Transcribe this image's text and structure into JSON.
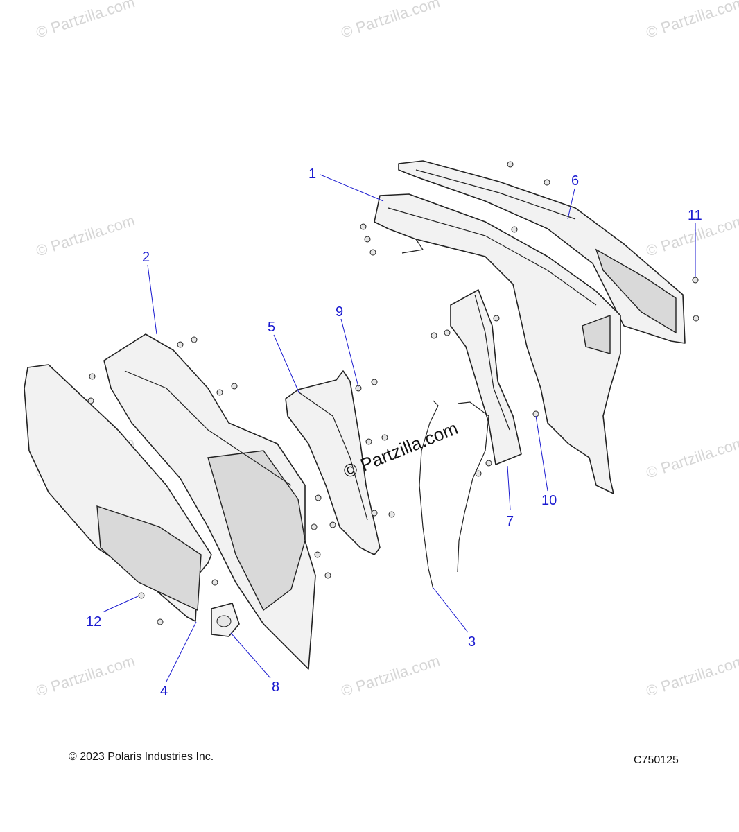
{
  "watermark": "© Partzilla.com",
  "callouts": {
    "c1": "1",
    "c2": "2",
    "c3": "3",
    "c4": "4",
    "c5": "5",
    "c6": "6",
    "c7": "7",
    "c8": "8",
    "c9": "9",
    "c10": "10",
    "c11": "11",
    "c12": "12"
  },
  "footer": {
    "copyright": "© 2023 Polaris Industries Inc.",
    "diagram_code": "C750125"
  },
  "colors": {
    "callout": "#1a1ad0",
    "watermark": "#d6d6d6"
  }
}
